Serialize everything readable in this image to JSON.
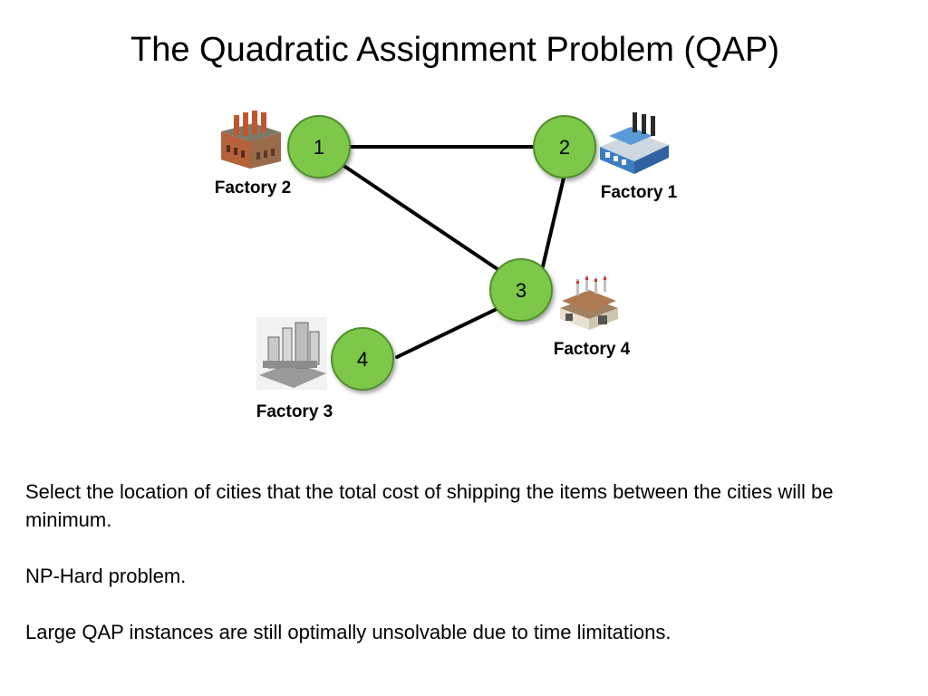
{
  "title": "The Quadratic Assignment Problem (QAP)",
  "diagram": {
    "nodes": [
      {
        "id": "1",
        "label": "1",
        "factory": "Factory 2"
      },
      {
        "id": "2",
        "label": "2",
        "factory": "Factory 1"
      },
      {
        "id": "3",
        "label": "3",
        "factory": "Factory 4"
      },
      {
        "id": "4",
        "label": "4",
        "factory": "Factory 3"
      }
    ],
    "edges": [
      {
        "from": "1",
        "to": "2"
      },
      {
        "from": "1",
        "to": "3"
      },
      {
        "from": "2",
        "to": "3"
      },
      {
        "from": "3",
        "to": "4"
      }
    ],
    "colors": {
      "node_fill": "#7dc84a",
      "node_stroke": "#4f8f2a",
      "edge": "#000000"
    }
  },
  "body": {
    "line1": "Select the location of cities that the total cost of shipping the items between the cities will be minimum.",
    "line2": "NP-Hard problem.",
    "line3": "Large QAP instances are still optimally unsolvable due to time limitations."
  }
}
